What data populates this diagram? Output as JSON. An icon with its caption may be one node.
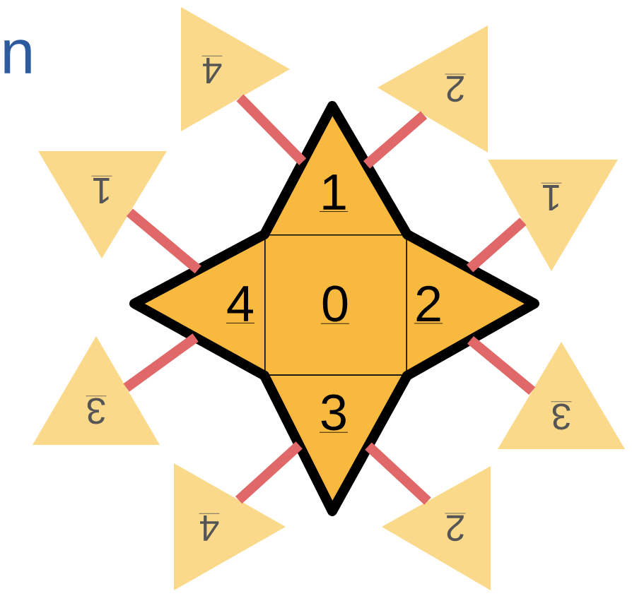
{
  "diagram": {
    "nodes": [
      {
        "text": [
          "0"
        ]
      },
      {
        "text": [
          "1"
        ]
      },
      {
        "text": [
          "2"
        ]
      },
      {
        "text": [
          "3"
        ]
      },
      {
        "text": [
          "4"
        ]
      },
      {
        "text": [
          "4"
        ]
      },
      {
        "text": [
          "2"
        ]
      },
      {
        "text": [
          "1"
        ]
      },
      {
        "text": [
          "1"
        ]
      },
      {
        "text": [
          "3"
        ]
      },
      {
        "text": [
          "4"
        ]
      },
      {
        "text": [
          "3"
        ]
      },
      {
        "text": [
          "2"
        ]
      }
    ],
    "edges": [
      {
        "from": 5,
        "to": 1,
        "arrow": "none"
      },
      {
        "from": 6,
        "to": 1,
        "arrow": "none"
      },
      {
        "from": 7,
        "to": 4,
        "arrow": "none"
      },
      {
        "from": 8,
        "to": 2,
        "arrow": "none"
      },
      {
        "from": 9,
        "to": 4,
        "arrow": "none"
      },
      {
        "from": 10,
        "to": 3,
        "arrow": "none"
      },
      {
        "from": 11,
        "to": 2,
        "arrow": "none"
      },
      {
        "from": 12,
        "to": 3,
        "arrow": "none"
      }
    ],
    "labels": [
      "n"
    ]
  }
}
